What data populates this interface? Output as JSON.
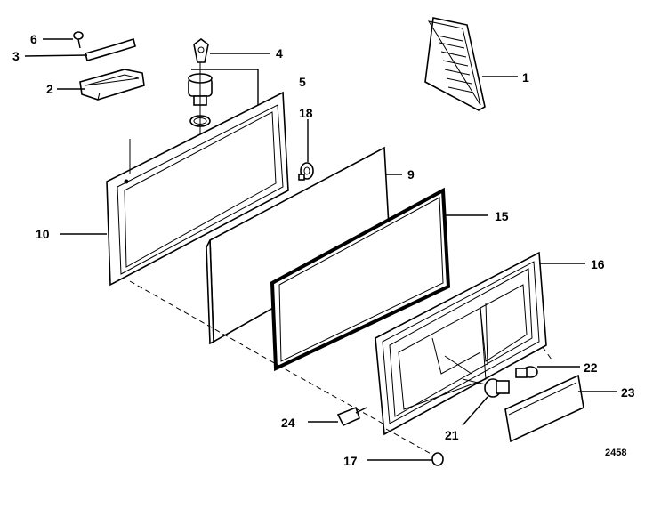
{
  "callouts": [
    {
      "id": "1",
      "text": "1"
    },
    {
      "id": "2",
      "text": "2"
    },
    {
      "id": "3",
      "text": "3"
    },
    {
      "id": "4",
      "text": "4"
    },
    {
      "id": "5",
      "text": "5"
    },
    {
      "id": "6",
      "text": "6"
    },
    {
      "id": "9",
      "text": "9"
    },
    {
      "id": "10",
      "text": "10"
    },
    {
      "id": "15",
      "text": "15"
    },
    {
      "id": "16",
      "text": "16"
    },
    {
      "id": "17",
      "text": "17"
    },
    {
      "id": "18",
      "text": "18"
    },
    {
      "id": "21",
      "text": "21"
    },
    {
      "id": "22",
      "text": "22"
    },
    {
      "id": "23",
      "text": "23"
    },
    {
      "id": "24",
      "text": "24"
    }
  ],
  "reference_number": "2458"
}
